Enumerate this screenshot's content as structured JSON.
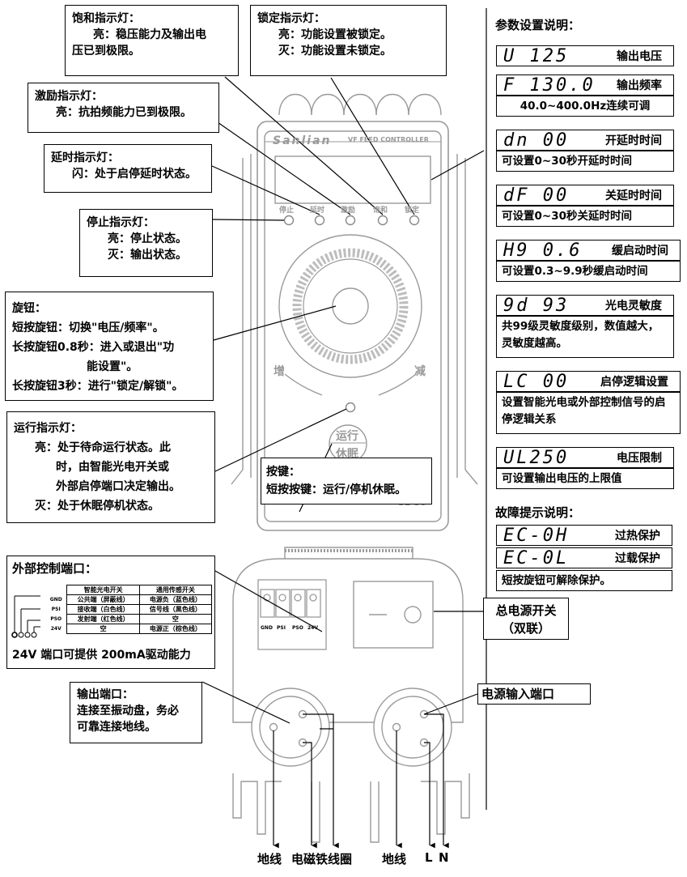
{
  "device": {
    "brand": "Sanlian",
    "model_header": "VF FEED CONTROLLER",
    "model_code": "SL-30",
    "indicator_labels": [
      "停止",
      "延时",
      "激励",
      "饱和",
      "锁定"
    ],
    "knob_plus": "增",
    "knob_minus": "减",
    "run_button": [
      "运行",
      "休眠"
    ],
    "terminal_labels": [
      "GND",
      "PSI",
      "PSO",
      "24V"
    ]
  },
  "callouts": {
    "saturation": {
      "title": "饱和指示灯：",
      "lines": [
        "亮：稳压能力及输出电",
        "压已到极限。"
      ]
    },
    "lock": {
      "title": "锁定指示灯：",
      "lines": [
        "亮：功能设置被锁定。",
        "灭：功能设置未锁定。"
      ]
    },
    "excite": {
      "title": "激励指示灯：",
      "lines": [
        "亮：抗拍频能力已到极限。"
      ]
    },
    "delay": {
      "title": "延时指示灯：",
      "lines": [
        "闪：处于启停延时状态。"
      ]
    },
    "stop": {
      "title": "停止指示灯：",
      "lines": [
        "亮：停止状态。",
        "灭：输出状态。"
      ]
    },
    "knob": {
      "title": "旋钮：",
      "lines": [
        "短按旋钮：切换\"电压/频率\"。",
        "长按旋钮0.8秒：进入或退出\"功",
        "能设置\"。",
        "长按旋钮3秒：进行\"锁定/解锁\"。"
      ]
    },
    "run": {
      "title": "运行指示灯：",
      "lines": [
        "亮：处于待命运行状态。此",
        "时，由智能光电开关或",
        "外部启停端口决定输出。",
        "灭：处于休眠停机状态。"
      ]
    },
    "key": {
      "title": "按键：",
      "lines": [
        "短按按键：运行/停机休眠。"
      ]
    },
    "ext": {
      "title": "外部控制端口：",
      "footer": "24V 端口可提供 200mA驱动能力",
      "table": {
        "headers": [
          "智能光电开关",
          "通用传感开关"
        ],
        "rows": [
          [
            "GND",
            "公共端（屏蔽线）",
            "电源负（蓝色线）"
          ],
          [
            "PSI",
            "接收端（白色线）",
            "信号线（黑色线）"
          ],
          [
            "PSO",
            "发射端（红色线）",
            "空"
          ],
          [
            "24V",
            "空",
            "电源正（棕色线）"
          ]
        ]
      }
    },
    "output": {
      "title": "输出端口：",
      "lines": [
        "连接至振动盘，务必",
        "可靠连接地线。"
      ]
    },
    "power_switch": {
      "lines": [
        "总电源开关",
        "（双联）"
      ]
    },
    "power_input": {
      "title": "电源输入端口"
    }
  },
  "params": {
    "title": "参数设置说明：",
    "items": [
      {
        "code": "U   125",
        "label": "输出电压"
      },
      {
        "code": "F 130.0",
        "label": "输出频率",
        "note": "40.0~400.0Hz连续可调"
      },
      {
        "code": "dn  00",
        "label": "开延时时间",
        "note": "可设置0~30秒开延时时间"
      },
      {
        "code": "dF  00",
        "label": "关延时时间",
        "note": "可设置0~30秒关延时时间"
      },
      {
        "code": "H9  0.6",
        "label": "缓启动时间",
        "note": "可设置0.3~9.9秒缓启动时间"
      },
      {
        "code": "9d  93",
        "label": "光电灵敏度",
        "note": "共99级灵敏度级别，数值越大，灵敏度越高。"
      },
      {
        "code": "LC  00",
        "label": "启停逻辑设置",
        "note": "设置智能光电或外部控制信号的启停逻辑关系"
      },
      {
        "code": "UL250",
        "label": "电压限制",
        "note": "可设置输出电压的上限值"
      }
    ],
    "fault_title": "故障提示说明：",
    "faults": [
      {
        "code": "EC-0H",
        "label": "过热保护"
      },
      {
        "code": "EC-0L",
        "label": "过载保护"
      }
    ],
    "fault_note": "短按旋钮可解除保护。"
  },
  "bottom_labels": [
    "地线",
    "电磁铁线圈",
    "地线",
    "L",
    "N"
  ]
}
